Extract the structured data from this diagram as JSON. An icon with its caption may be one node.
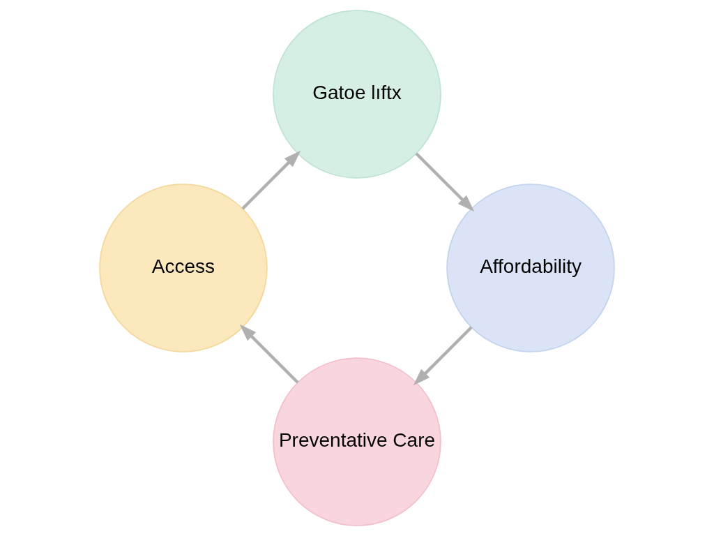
{
  "diagram": {
    "nodes": [
      {
        "text": [
          "Preventative Care"
        ]
      },
      {
        "text": [
          "Access"
        ]
      },
      {
        "text": [
          "Gatoe lıftx"
        ]
      },
      {
        "text": [
          "Affordability"
        ]
      }
    ],
    "edges": [
      {
        "from": 0,
        "to": 1,
        "arrow": "to"
      },
      {
        "from": 1,
        "to": 2,
        "arrow": "to"
      },
      {
        "from": 2,
        "to": 3,
        "arrow": "to"
      },
      {
        "from": 3,
        "to": 0,
        "arrow": "to"
      }
    ]
  }
}
